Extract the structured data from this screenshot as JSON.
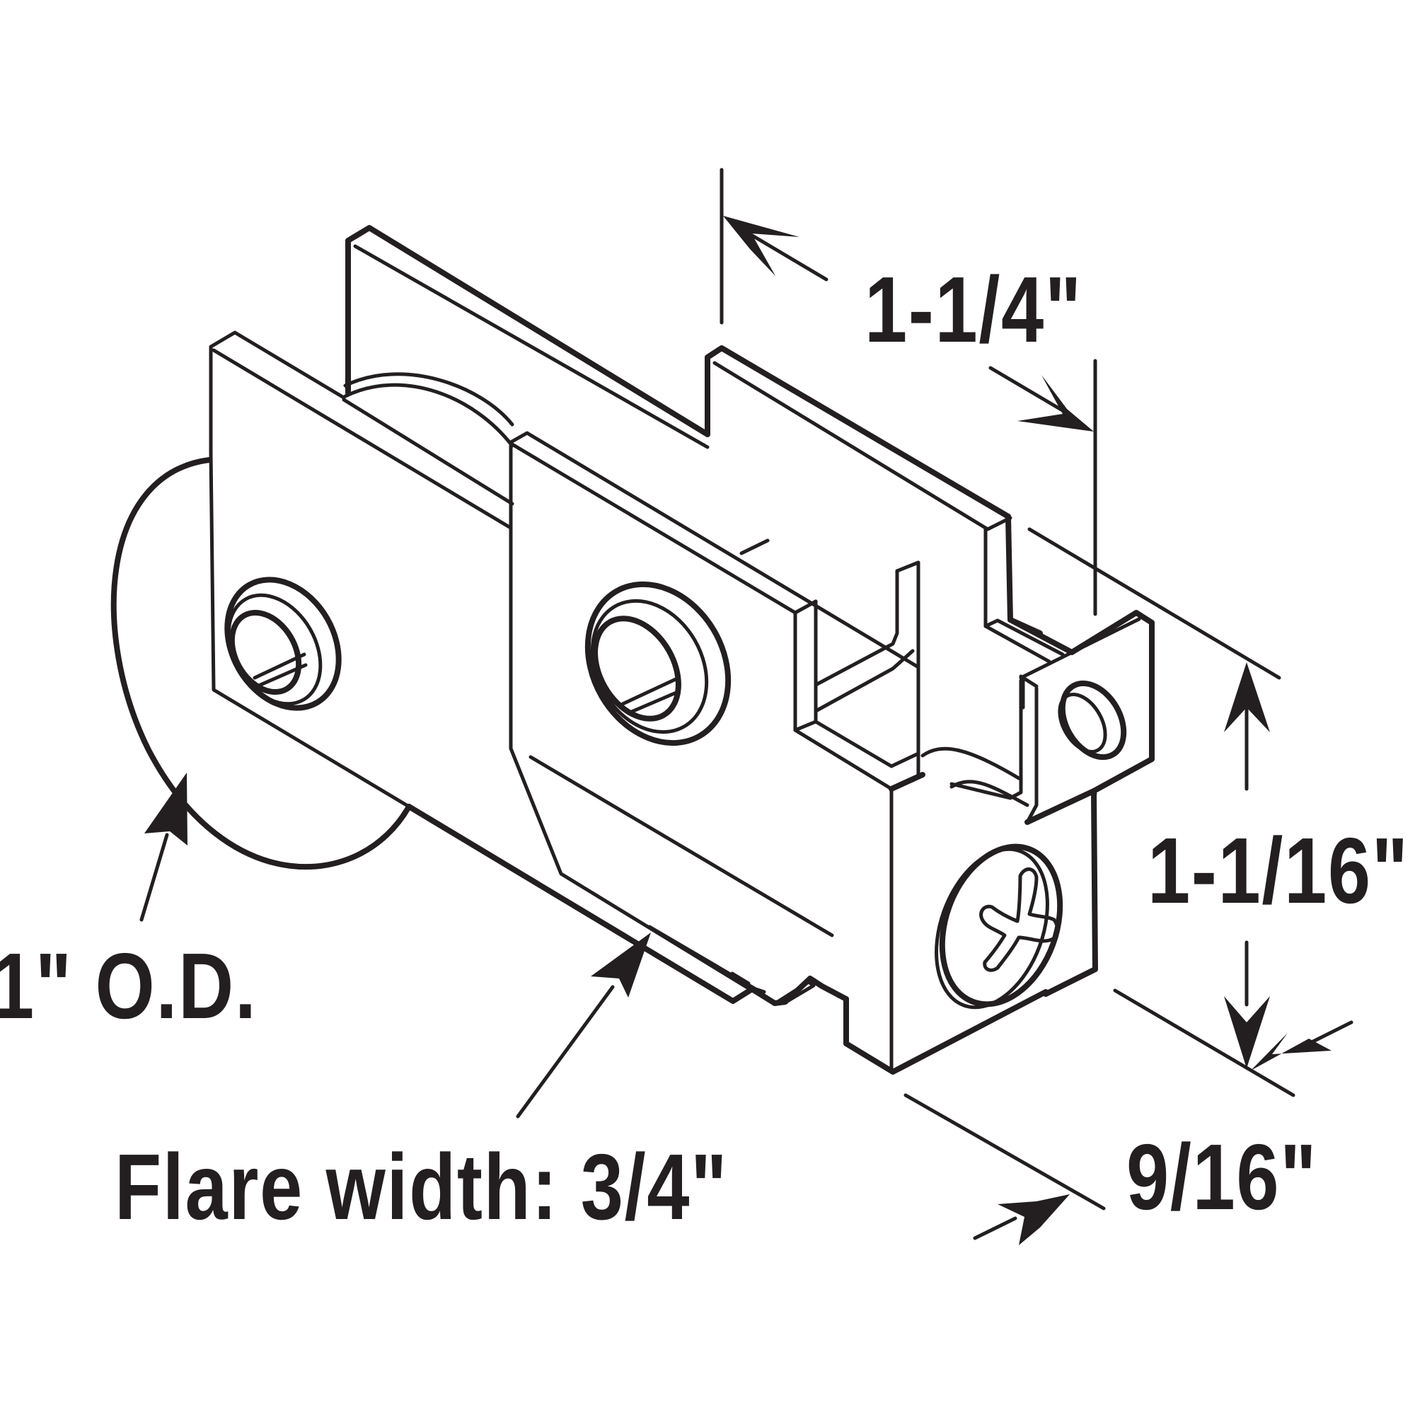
{
  "diagram": {
    "labels": {
      "length": "1-1/4\"",
      "height": "1-1/16\"",
      "width": "9/16\"",
      "wheel_diameter": "1\" O.D.",
      "flare_width": "Flare width: 3/4\""
    },
    "line_color": "#231f20",
    "background": "#ffffff"
  }
}
